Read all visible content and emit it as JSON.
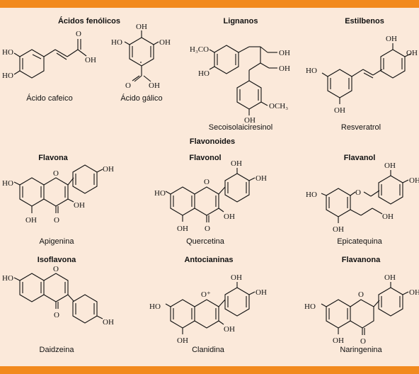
{
  "section_titles": {
    "acidos_fenolicos": "Ácidos fenólicos",
    "lignanos": "Lignanos",
    "estilbenos": "Estilbenos",
    "flavonoides": "Flavonoides",
    "flavona": "Flavona",
    "flavonol": "Flavonol",
    "flavanol": "Flavanol",
    "isoflavona": "Isoflavona",
    "antocianinas": "Antocianinas",
    "flavanona": "Flavanona"
  },
  "compounds": {
    "acido_cafeico": "Ácido cafeico",
    "acido_galico": "Ácido gálico",
    "secoisolaiciresinol": "Secoisolaiciresinol",
    "resveratrol": "Resveratrol",
    "apigenina": "Apigenina",
    "quercetina": "Quercetina",
    "epicatequina": "Epicatequina",
    "daidzeina": "Daidzeina",
    "clanidina": "Clanidina",
    "naringenina": "Naringenina"
  },
  "atoms": {
    "HO": "HO",
    "OH": "OH",
    "O": "O",
    "O_plus": "O⁺",
    "H3CO": "H₃CO",
    "OCH3": "OCH₃"
  },
  "colors": {
    "band": "#f28a1e",
    "background": "#fbe9da"
  }
}
